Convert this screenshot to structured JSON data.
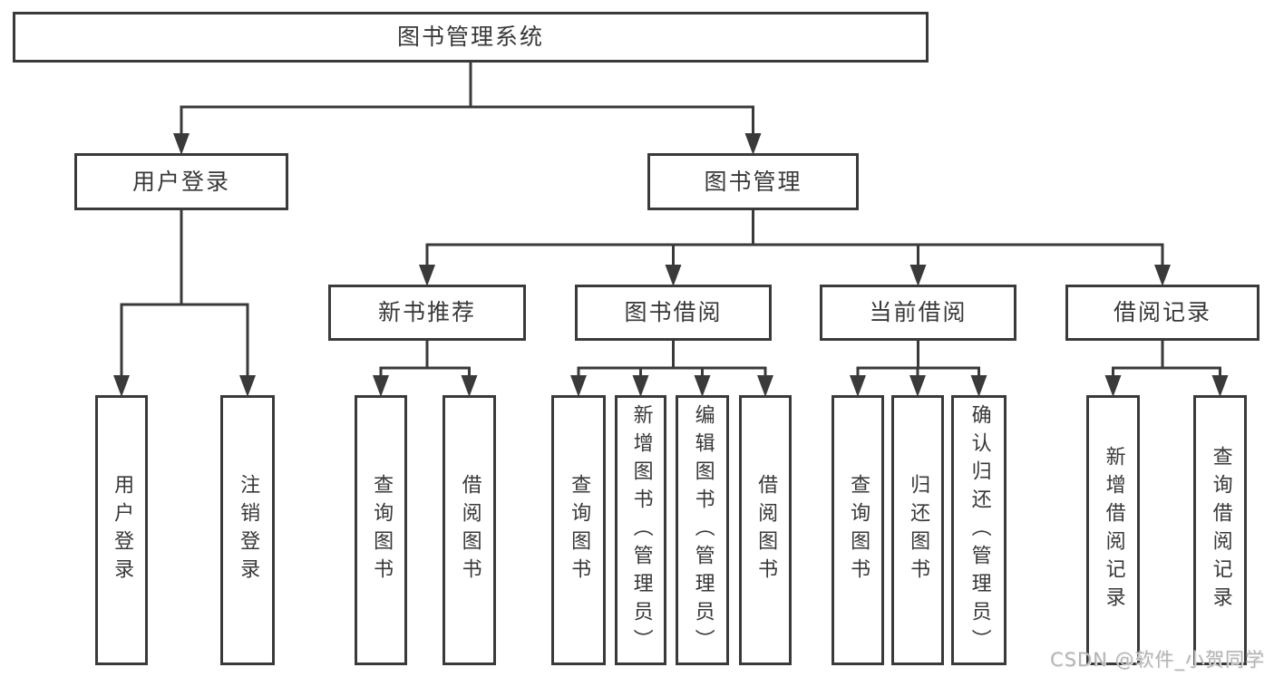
{
  "watermark": {
    "text": "CSDN @软件_小贺同学"
  },
  "nodes": [
    {
      "id": "root",
      "label": "图书管理系统",
      "parent": null
    },
    {
      "id": "user-login",
      "label": "用户登录",
      "parent": "root"
    },
    {
      "id": "book-mgmt",
      "label": "图书管理",
      "parent": "root"
    },
    {
      "id": "login",
      "label": "用户登录",
      "parent": "user-login"
    },
    {
      "id": "logout",
      "label": "注销登录",
      "parent": "user-login"
    },
    {
      "id": "new-book-rec",
      "label": "新书推荐",
      "parent": "book-mgmt"
    },
    {
      "id": "book-borrow",
      "label": "图书借阅",
      "parent": "book-mgmt"
    },
    {
      "id": "current-borrow",
      "label": "当前借阅",
      "parent": "book-mgmt"
    },
    {
      "id": "borrow-record",
      "label": "借阅记录",
      "parent": "book-mgmt"
    },
    {
      "id": "rec-query",
      "label": "查询图书",
      "parent": "new-book-rec"
    },
    {
      "id": "rec-borrow",
      "label": "借阅图书",
      "parent": "new-book-rec"
    },
    {
      "id": "bb-query",
      "label": "查询图书",
      "parent": "book-borrow"
    },
    {
      "id": "bb-add",
      "label": "新增图书（管理员）",
      "parent": "book-borrow"
    },
    {
      "id": "bb-edit",
      "label": "编辑图书（管理员）",
      "parent": "book-borrow"
    },
    {
      "id": "bb-borrow",
      "label": "借阅图书",
      "parent": "book-borrow"
    },
    {
      "id": "cb-query",
      "label": "查询图书",
      "parent": "current-borrow"
    },
    {
      "id": "cb-return",
      "label": "归还图书",
      "parent": "current-borrow"
    },
    {
      "id": "cb-confirm",
      "label": "确认归还（管理员）",
      "parent": "current-borrow"
    },
    {
      "id": "br-add",
      "label": "新增借阅记录",
      "parent": "borrow-record"
    },
    {
      "id": "br-query",
      "label": "查询借阅记录",
      "parent": "borrow-record"
    }
  ]
}
